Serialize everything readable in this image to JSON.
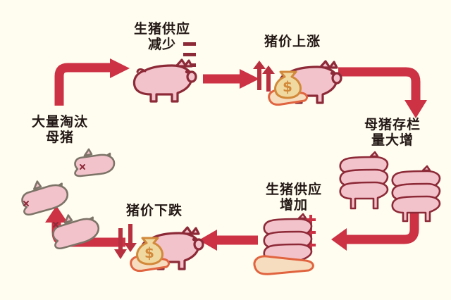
{
  "diagram": {
    "title_visible": false,
    "background_color": "#fffdf0",
    "arrow_color": "#cc3144",
    "pig_fill": "#f3c3cb",
    "pig_outline": "#8d2a38",
    "dead_pig_fill": "#f3c3cb",
    "dead_pig_outline": "#7d7468",
    "bag_fill": "#f0d9a0",
    "bag_outline": "#d2893a",
    "hand_fill": "#f7ddc0",
    "hand_outline": "#e0643f",
    "sign_color": "#8d2a38",
    "type": "cycle-diagram",
    "nodes": [
      {
        "id": "supply-decrease",
        "label": "生猪供应\n减少",
        "icon": "pig-single",
        "sign": "minus",
        "sign_count": 3
      },
      {
        "id": "price-rise",
        "label": "猪价上涨",
        "icon": "pig-with-money-bag",
        "sign": "arrow-up",
        "sign_count": 2
      },
      {
        "id": "sow-stock-increase",
        "label": "母猪存栏\n量大增",
        "icon": "pig-stacks",
        "sign": "none",
        "sign_count": 0
      },
      {
        "id": "supply-increase",
        "label": "生猪供应\n增加",
        "icon": "pig-stack-on-hand",
        "sign": "plus",
        "sign_count": 3
      },
      {
        "id": "price-fall",
        "label": "猪价下跌",
        "icon": "pig-with-money-bag",
        "sign": "arrow-down",
        "sign_count": 2
      },
      {
        "id": "cull-sows",
        "label": "大量淘汰\n母猪",
        "icon": "dead-pigs",
        "sign": "none",
        "sign_count": 0
      }
    ],
    "arrows": [
      {
        "id": "arrow-cull-to-supply-decrease",
        "direction": "elbow-up-right"
      },
      {
        "id": "arrow-supply-decrease-to-price-rise",
        "direction": "right"
      },
      {
        "id": "arrow-price-rise-to-sow-stock",
        "direction": "elbow-right-down"
      },
      {
        "id": "arrow-sow-stock-to-supply-increase",
        "direction": "elbow-down-left"
      },
      {
        "id": "arrow-supply-increase-to-price-fall",
        "direction": "left"
      },
      {
        "id": "arrow-price-fall-to-cull",
        "direction": "elbow-left-up"
      }
    ]
  }
}
